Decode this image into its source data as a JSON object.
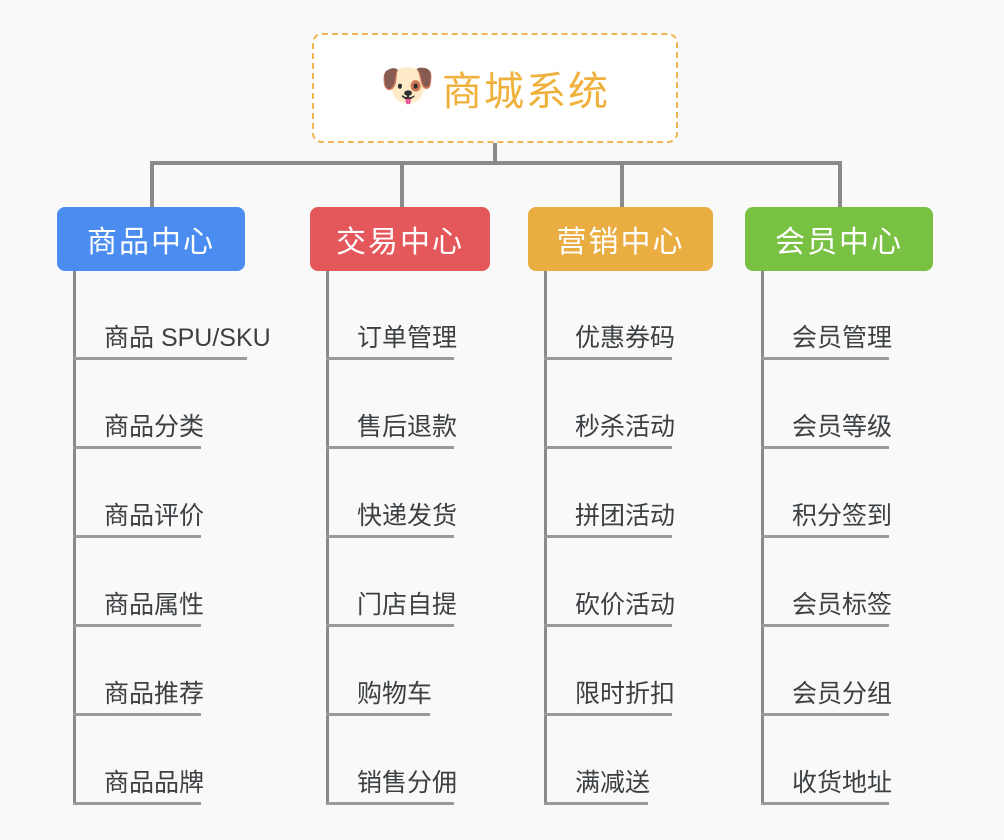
{
  "page": {
    "background_color": "#f9f9f9",
    "line_color": "#8a8a8a",
    "leaf_text_color": "#3c4043"
  },
  "root": {
    "title": "商城系统",
    "emoji": "🐶",
    "emoji_icon_name": "shiba-dog-face-icon",
    "text_color": "#f0b03c",
    "border_color": "#efb553"
  },
  "columns": [
    {
      "label": "商品中心",
      "color": "#4a8cf0",
      "items": [
        "商品 SPU/SKU",
        "商品分类",
        "商品评价",
        "商品属性",
        "商品推荐",
        "商品品牌"
      ]
    },
    {
      "label": "交易中心",
      "color": "#e4575b",
      "items": [
        "订单管理",
        "售后退款",
        "快递发货",
        "门店自提",
        "购物车",
        "销售分佣"
      ]
    },
    {
      "label": "营销中心",
      "color": "#eaad41",
      "items": [
        "优惠券码",
        "秒杀活动",
        "拼团活动",
        "砍价活动",
        "限时折扣",
        "满减送"
      ]
    },
    {
      "label": "会员中心",
      "color": "#79c143",
      "items": [
        "会员管理",
        "会员等级",
        "积分签到",
        "会员标签",
        "会员分组",
        "收货地址"
      ]
    }
  ]
}
